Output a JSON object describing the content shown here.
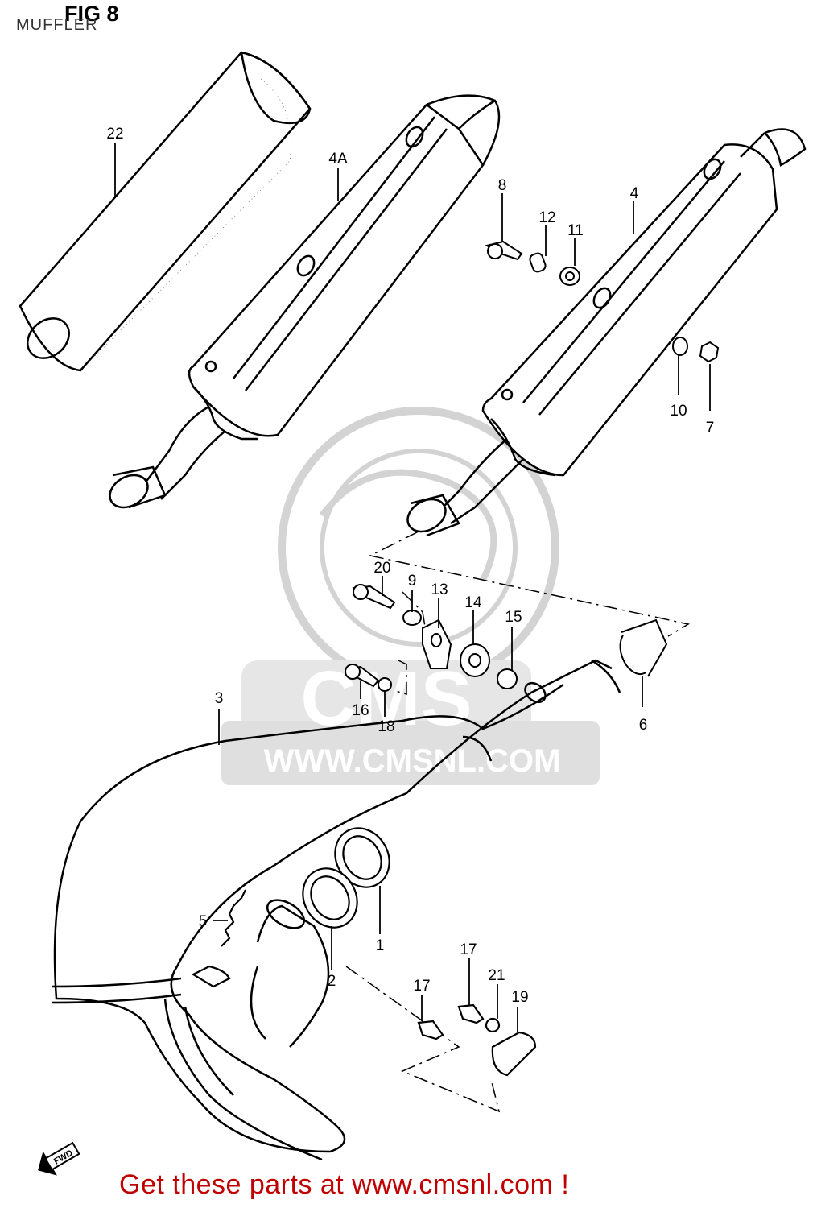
{
  "figure": {
    "title": "FIG 8",
    "subtitle": "MUFFLER"
  },
  "watermark": {
    "text": "WWW.CMSNL.COM",
    "logo_text": "CMS"
  },
  "fwd_badge": "FWD",
  "callouts": [
    {
      "id": "c22",
      "label": "22"
    },
    {
      "id": "c4A",
      "label": "4A"
    },
    {
      "id": "c8",
      "label": "8"
    },
    {
      "id": "c12",
      "label": "12"
    },
    {
      "id": "c11",
      "label": "11"
    },
    {
      "id": "c4",
      "label": "4"
    },
    {
      "id": "c10",
      "label": "10"
    },
    {
      "id": "c7",
      "label": "7"
    },
    {
      "id": "c20",
      "label": "20"
    },
    {
      "id": "c9",
      "label": "9"
    },
    {
      "id": "c13",
      "label": "13"
    },
    {
      "id": "c14",
      "label": "14"
    },
    {
      "id": "c15",
      "label": "15"
    },
    {
      "id": "c16",
      "label": "16"
    },
    {
      "id": "c18",
      "label": "18"
    },
    {
      "id": "c6",
      "label": "6"
    },
    {
      "id": "c3",
      "label": "3"
    },
    {
      "id": "c5",
      "label": "5"
    },
    {
      "id": "c1",
      "label": "1"
    },
    {
      "id": "c2",
      "label": "2"
    },
    {
      "id": "c17a",
      "label": "17"
    },
    {
      "id": "c17b",
      "label": "17"
    },
    {
      "id": "c21",
      "label": "21"
    },
    {
      "id": "c19",
      "label": "19"
    }
  ],
  "footer": {
    "cta": "Get these parts at www.cmsnl.com !"
  },
  "colors": {
    "line": "#000000",
    "watermark": "#c8c8c8",
    "cta": "#c00000"
  }
}
